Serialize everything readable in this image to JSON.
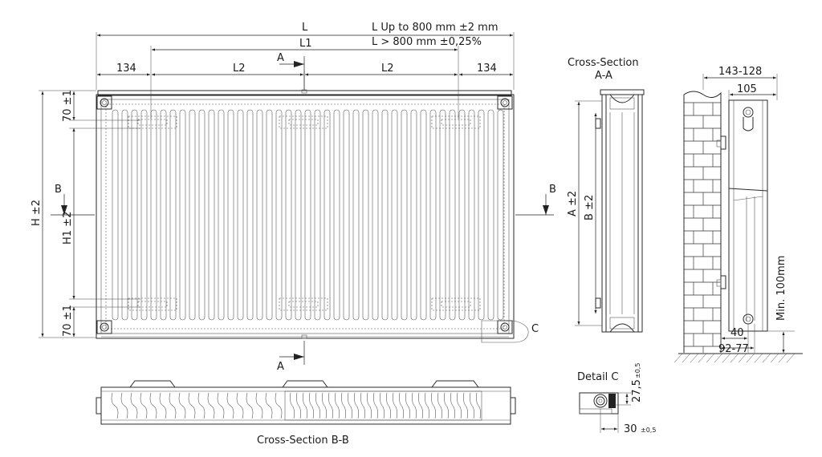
{
  "front_view": {
    "dim_L": "L",
    "note_upto": "L Up to 800 mm ±2 mm",
    "note_over": "L > 800 mm ±0,25%",
    "dim_L1": "L1",
    "dim_L2_left": "L2",
    "dim_L2_right": "L2",
    "dim_134_left": "134",
    "dim_134_right": "134",
    "dim_H": "H ±2",
    "dim_H1": "H1 ±2",
    "dim_70_top": "70 ±1",
    "dim_70_bottom": "70 ±1",
    "marker_A_top": "A",
    "marker_A_bottom": "A",
    "marker_B_left": "B",
    "marker_B_right": "B",
    "marker_C": "C"
  },
  "section_aa": {
    "title_line1": "Cross-Section",
    "title_line2": "A-A",
    "dim_A": "A ±2",
    "dim_B": "B ±2"
  },
  "side_view": {
    "dim_143_128": "143-128",
    "dim_105": "105",
    "dim_min_100": "Min. 100mm",
    "dim_40": "40",
    "dim_92_77": "92-77"
  },
  "detail_c": {
    "title": "Detail C",
    "dim_27_5": "27,5",
    "tol_27_5": "±0,5",
    "dim_30": "30",
    "tol_30": "±0,5"
  },
  "section_bb": {
    "title": "Cross-Section B-B"
  }
}
